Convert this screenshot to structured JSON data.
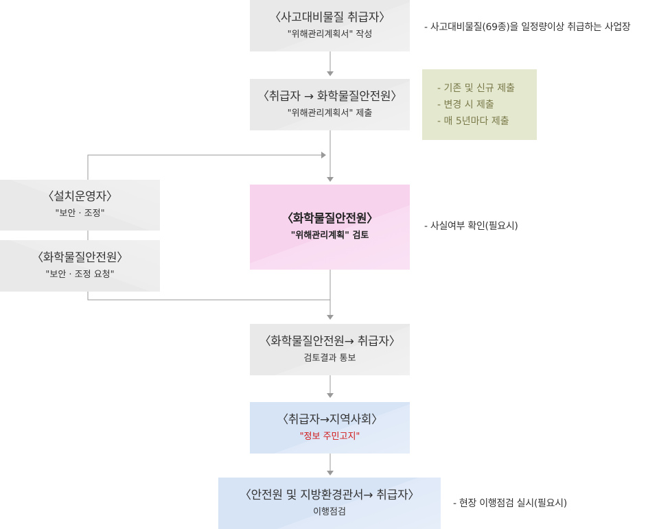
{
  "nodes": {
    "handler": {
      "title": "〈사고대비물질 취급자〉",
      "sub": "\"위해관리계획서\" 작성"
    },
    "submit": {
      "title": "〈취급자 → 화학물질안전원〉",
      "sub": "\"위해관리계획서\" 제출"
    },
    "review": {
      "title": "〈화학물질안전원〉",
      "sub": "\"위해관리계획\" 검토"
    },
    "notify": {
      "title": "〈화학물질안전원→ 취급자〉",
      "sub": "검토결과 통보"
    },
    "community": {
      "title": "〈취급자→지역사회〉",
      "sub": "\"정보 주민고지\""
    },
    "inspect": {
      "title": "〈안전원 및 지방환경관서→ 취급자〉",
      "sub": "이행점검"
    },
    "operator": {
      "title": "〈설치운영자〉",
      "sub": "\"보안 · 조정\""
    },
    "institute_side": {
      "title": "〈화학물질안전원〉",
      "sub": "\"보안 · 조정 요청\""
    }
  },
  "notes": {
    "handler_note": "- 사고대비물질(69종)을 일정량이상 취급하는 사업장",
    "submit_notes": [
      "- 기존 및 신규 제출",
      "- 변경 시 제출",
      "- 매 5년마다 제출"
    ],
    "review_note": "- 사실여부 확인(필요시)",
    "inspect_note": "- 현장 이행점검 실시(필요시)"
  },
  "colors": {
    "gray_box": "#e9e9e9",
    "pink_box": "#f7d3ee",
    "blue_box": "#d7e4f6",
    "note_box": "#e4e8cf",
    "note_text": "#7a7a4a",
    "highlight_text": "#d01818",
    "connector": "#999999"
  }
}
